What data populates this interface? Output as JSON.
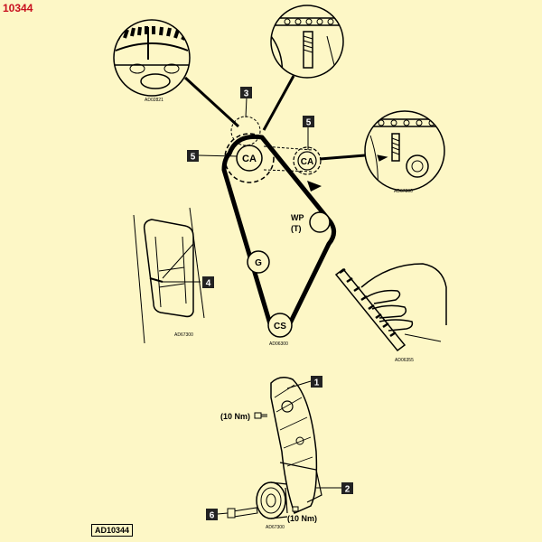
{
  "figure_id": "10344",
  "figure_ref": "AD10344",
  "callouts": {
    "c1": "1",
    "c2": "2",
    "c3": "3",
    "c4": "4",
    "c5a": "5",
    "c5b": "5",
    "c6": "6"
  },
  "pulleys": {
    "ca_left": "CA",
    "ca_right": "CA",
    "wp": "WP",
    "wp_sub": "(T)",
    "g": "G",
    "cs": "CS"
  },
  "torques": {
    "t1": "(10 Nm)",
    "t2": "(10 Nm)"
  },
  "image_codes": {
    "top_left": "AD02821",
    "top_right": "AD67200",
    "left_mid": "AD67300",
    "belt": "AD06300",
    "right_mid": "AD06355",
    "bottom": "AD67300"
  },
  "colors": {
    "background": "#fdf7c6",
    "figure_id": "#c8101e",
    "ink": "#000000"
  }
}
